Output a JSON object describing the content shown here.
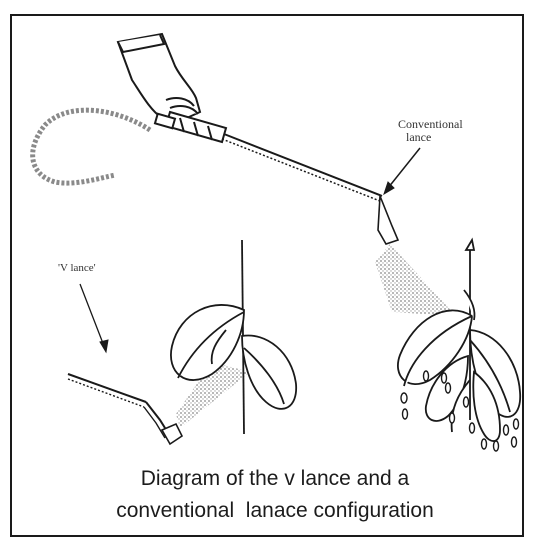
{
  "labels": {
    "conventional_line1": "Conventional",
    "conventional_line2": "lance",
    "v_lance": "'V lance'"
  },
  "caption": {
    "line1": "Diagram of the v lance and a",
    "line2": "conventional  lanace configuration"
  },
  "colors": {
    "ink": "#1a1a1a",
    "spray": "#9a9a9a",
    "background": "#ffffff"
  }
}
